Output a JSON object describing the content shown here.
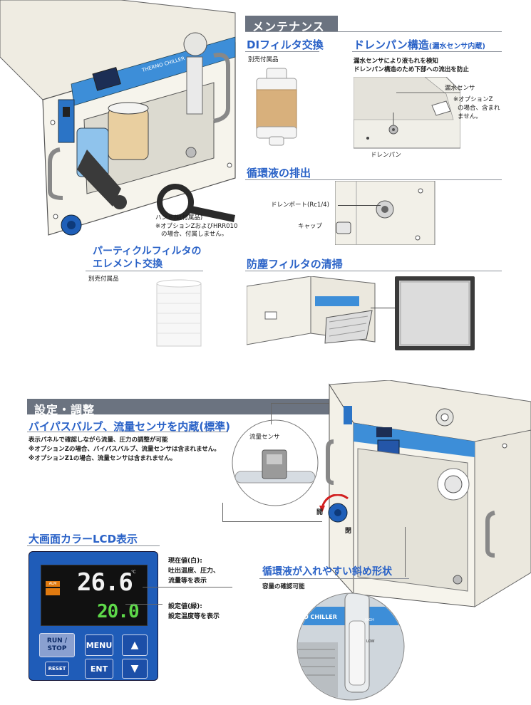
{
  "maintenance": {
    "section_title": "メンテナンス",
    "di_filter": {
      "title": "DIフィルタ交換",
      "sold_separately": "別売付属品"
    },
    "drain_pan": {
      "title": "ドレンパン構造",
      "title_suffix": "(漏水センサ内蔵)",
      "desc_line1": "漏水センサにより液もれを検知",
      "desc_line2": "ドレンパン構造のため下部への流出を防止",
      "sensor_label": "漏水センサ",
      "sensor_note_line1": "※オプションZ",
      "sensor_note_line2": "の場合、含まれ",
      "sensor_note_line3": "ません。",
      "pan_label": "ドレンパン"
    },
    "circulation_drain": {
      "title": "循環液の排出",
      "drain_port_label": "ドレンポート(Rc1/4)",
      "cap_label": "キャップ"
    },
    "handle": {
      "label": "ハンドル(付属品)",
      "note_line1": "※オプションZおよびHRR010",
      "note_line2": "の場合、付属しません。"
    },
    "particle_filter": {
      "title_line1": "パーティクルフィルタの",
      "title_line2": "エレメント交換",
      "sold_separately": "別売付属品"
    },
    "dust_filter": {
      "title": "防塵フィルタの清掃"
    },
    "unit_brand": "THERMO CHILLER"
  },
  "settings": {
    "section_title": "設定・調整",
    "bypass": {
      "title": "バイパスバルブ、流量センサを内蔵(標準)",
      "line1": "表示パネルで確認しながら流量、圧力の調整が可能",
      "line2": "※オプションZの場合、バイパスバルブ、流量センサは含まれません。",
      "line3": "※オプションZ1の場合、流量センサは含まれません。",
      "flow_sensor_label": "流量センサ",
      "open_label": "開",
      "close_label": "閉"
    },
    "lcd": {
      "title": "大画面カラーLCD表示",
      "current_value": "26.6",
      "unit": "℃",
      "set_value": "20.0",
      "alarm_label": "ALM",
      "run_stop": "RUN / STOP",
      "menu": "MENU",
      "reset": "RESET",
      "ent": "ENT",
      "up": "▲",
      "down": "▼",
      "current_desc_line1": "現在値(白):",
      "current_desc_line2": "吐出温度、圧力、",
      "current_desc_line3": "流量等を表示",
      "set_desc_line1": "設定値(緑):",
      "set_desc_line2": "設定温度等を表示"
    },
    "slant_inlet": {
      "title": "循環液が入れやすい斜め形状",
      "subtitle": "容量の確認可能",
      "label_high": "HIGH",
      "label_low": "LOW",
      "brand_fragment": "MO CHILLER"
    }
  },
  "colors": {
    "banner": "#6b7380",
    "heading_blue": "#2a62c7",
    "unit_body": "#f4f2ea",
    "unit_panel_blue": "#3d8ed8",
    "valve_blue": "#1f5fb8",
    "lcd_body": "#1f5cb8"
  }
}
